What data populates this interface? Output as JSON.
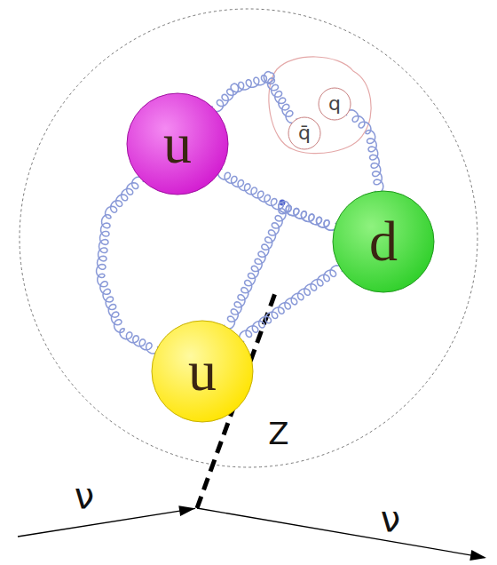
{
  "diagram": {
    "nodes": [
      {
        "text": [
          "u"
        ]
      },
      {
        "text": [
          "d"
        ]
      },
      {
        "text": [
          "u"
        ]
      },
      {
        "text": [
          "q"
        ]
      },
      {
        "text": [
          "q̄"
        ]
      }
    ],
    "edges": [
      {
        "from": 0,
        "to": 2,
        "arrow": "none"
      },
      {
        "from": 0,
        "to": 1,
        "arrow": "none"
      },
      {
        "from": 2,
        "to": 1,
        "arrow": "none"
      },
      {
        "from": 1,
        "to": 2,
        "arrow": "none"
      },
      {
        "from": 0,
        "to": 4,
        "arrow": "none"
      },
      {
        "from": 3,
        "to": 1,
        "arrow": "none"
      }
    ],
    "labels": [
      "Z",
      "ν",
      "ν"
    ]
  }
}
